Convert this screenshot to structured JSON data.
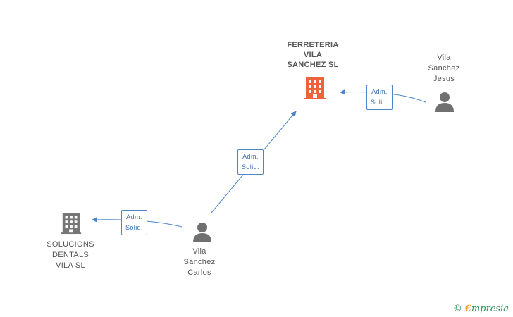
{
  "colors": {
    "edge": "#4a86c8",
    "company_main": "#f0623a",
    "company_other": "#777777",
    "person": "#707070"
  },
  "nodes": {
    "main_company": {
      "lines": [
        "FERRETERIA",
        "VILA",
        "SANCHEZ SL"
      ],
      "icon": "building-icon"
    },
    "person_jesus": {
      "lines": [
        "Vila",
        "Sanchez",
        "Jesus"
      ],
      "icon": "person-icon"
    },
    "person_carlos": {
      "lines": [
        "Vila",
        "Sanchez",
        "Carlos"
      ],
      "icon": "person-icon"
    },
    "company_dentals": {
      "lines": [
        "SOLUCIONS",
        "DENTALS",
        "VILA SL"
      ],
      "icon": "building-icon"
    }
  },
  "edges": [
    {
      "from": "person_jesus",
      "to": "main_company",
      "label": [
        "Adm.",
        "Solid."
      ]
    },
    {
      "from": "person_carlos",
      "to": "main_company",
      "label": [
        "Adm.",
        "Solid."
      ]
    },
    {
      "from": "person_carlos",
      "to": "company_dentals",
      "label": [
        "Adm.",
        "Solid."
      ]
    }
  ],
  "watermark": {
    "copyright": "©",
    "brand_initial": "€",
    "brand_rest": "mpresia"
  }
}
